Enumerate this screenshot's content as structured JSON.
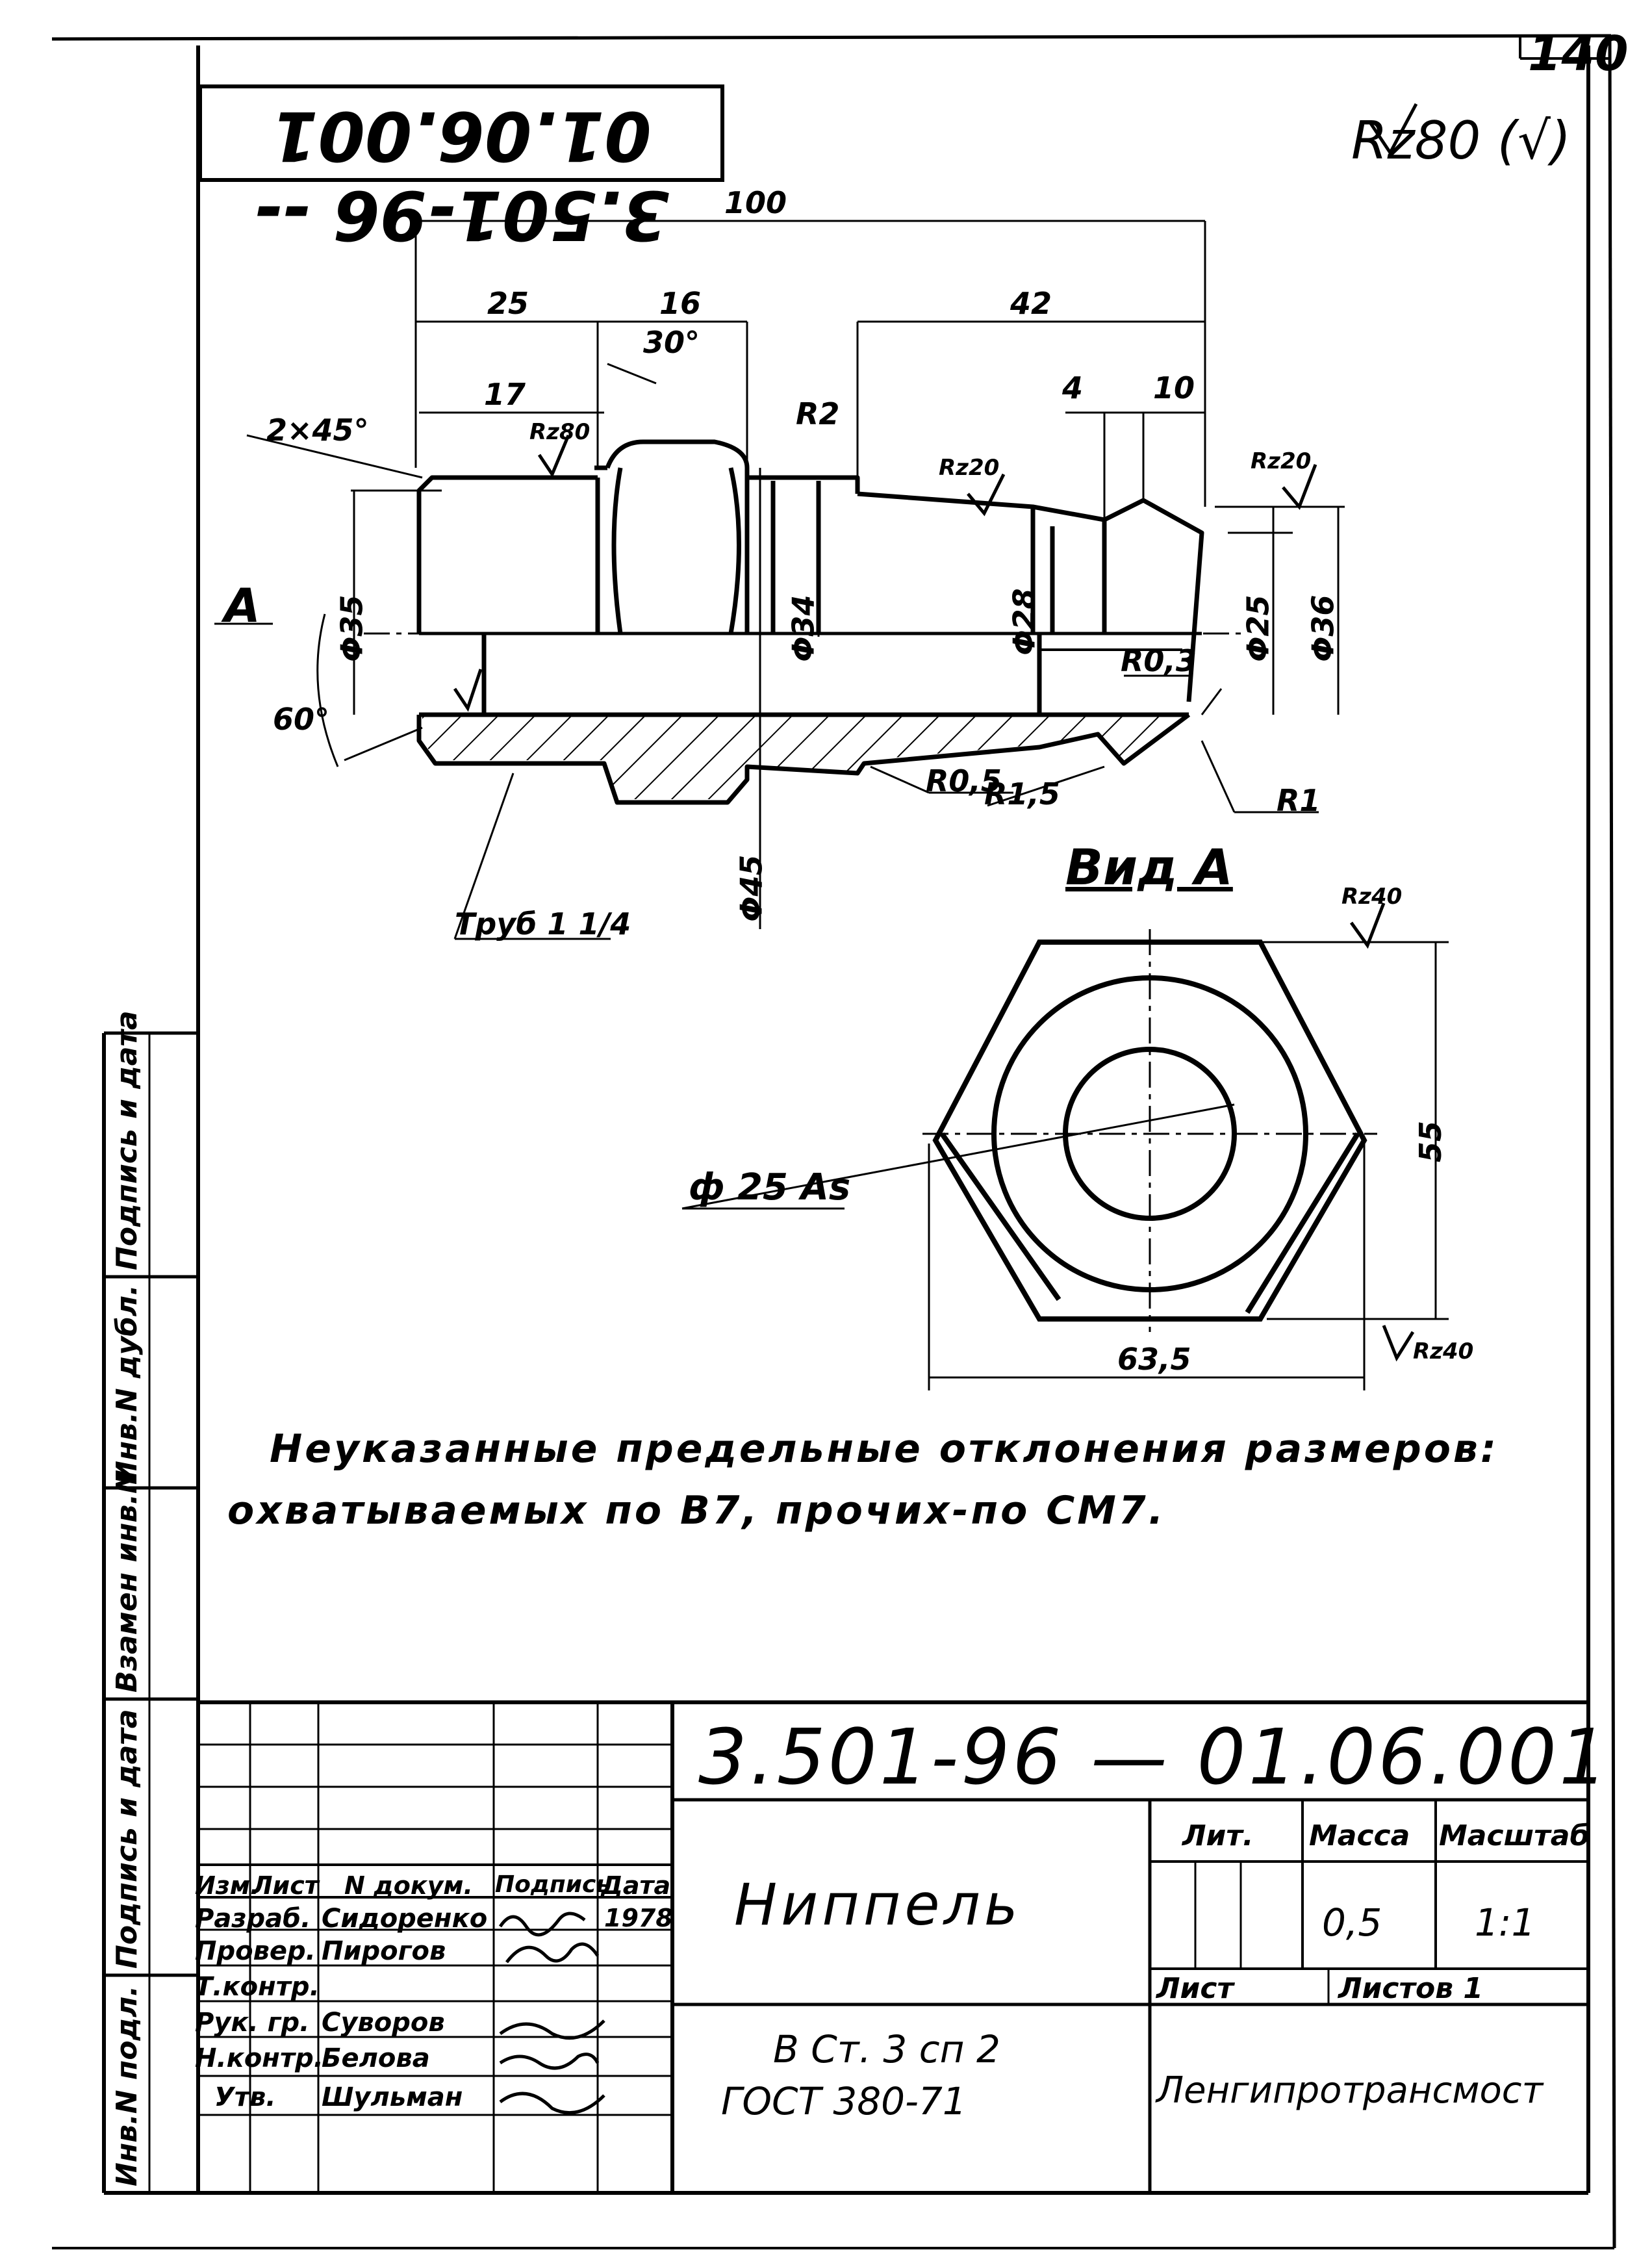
{
  "sheet_number": "140",
  "stamp_code_mirrored": "3.501-96 -- 01.06.001",
  "roughness_general": "Rz80 (√)",
  "drawing": {
    "dims": {
      "total_length": "100",
      "len_25": "25",
      "len_16": "16",
      "len_42": "42",
      "angle_30": "30°",
      "len_17": "17",
      "chamfer": "2×45°",
      "len_4": "4",
      "len_10": "10",
      "radius_r2": "R2",
      "rz80": "Rz80",
      "rz20_a": "Rz20",
      "rz20_b": "Rz20",
      "rz40_a": "Rz40",
      "rz40_b": "Rz40",
      "dia_35": "Φ35",
      "dia_34": "Φ34",
      "dia_28": "Φ28",
      "dia_25": "Φ25",
      "dia_36": "Φ36",
      "dia_45": "Φ45",
      "r03": "R0,3",
      "r05": "R0,5",
      "r15": "R1,5",
      "r1": "R1",
      "angle_60": "60°",
      "thread": "Труб 1 1/4",
      "view_arrow": "А",
      "view_title": "Вид А",
      "hex_height": "55",
      "hex_width": "63,5",
      "bore": "ф 25 As"
    }
  },
  "notes": {
    "line1": "Неуказанные предельные отклонения размеров:",
    "line2": "охватываемых по В7, прочих-по СМ7."
  },
  "side_strip": {
    "label1": "Подпись и дата",
    "label2": "Инв.N дубл.",
    "label3": "Взамен инв.N",
    "label4": "Подпись и дата",
    "label5": "Инв.N подл."
  },
  "title_block": {
    "doc_code": "3.501-96 — 01.06.001",
    "part_name": "Ниппель",
    "material_line1": "В Ст. 3 сп 2",
    "material_line2": "ГОСТ 380-71",
    "organization": "Ленгипротрансмост",
    "lit_header": "Лит.",
    "mass_header": "Масса",
    "scale_header": "Масштаб",
    "mass": "0,5",
    "scale": "1:1",
    "sheet_label": "Лист",
    "sheets_label": "Листов 1",
    "cols": [
      "Изм.",
      "Лист",
      "N докум.",
      "Подпись",
      "Дата"
    ],
    "rows": [
      {
        "role": "Разраб.",
        "name": "Сидоренко",
        "date": "1978"
      },
      {
        "role": "Провер.",
        "name": "Пирогов",
        "date": ""
      },
      {
        "role": "Т.контр.",
        "name": "",
        "date": ""
      },
      {
        "role": "Рук. гр.",
        "name": "Суворов",
        "date": ""
      },
      {
        "role": "Н.контр.",
        "name": "Белова",
        "date": ""
      },
      {
        "role": "Утв.",
        "name": "Шульман",
        "date": ""
      }
    ]
  }
}
